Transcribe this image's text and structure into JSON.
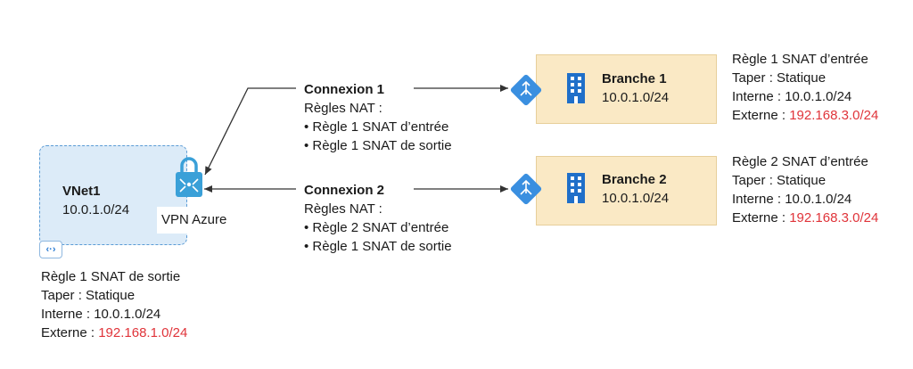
{
  "colors": {
    "vnet_fill": "#dcebf8",
    "vnet_border": "#5a9bd5",
    "branch_fill": "#fae9c5",
    "branch_border": "#e7cf9a",
    "external_ip": "#e0343a",
    "arrow": "#333333",
    "router_icon": "#3a8fe0",
    "building_icon": "#1f6fc9",
    "lock_icon": "#3aa0d8"
  },
  "vnet": {
    "name": "VNet1",
    "cidr": "10.0.1.0/24",
    "gateway_label": "VPN Azure",
    "rule": {
      "title": "Règle 1 SNAT de sortie",
      "type": "Taper : Statique",
      "internal": "Interne : 10.0.1.0/24",
      "external_prefix": "Externe : ",
      "external_ip": "192.168.1.0/24"
    }
  },
  "connections": [
    {
      "name": "Connexion 1",
      "rules_label": "Règles NAT :",
      "rules": [
        "• Règle 1 SNAT d’entrée",
        "• Règle 1 SNAT de sortie"
      ]
    },
    {
      "name": "Connexion 2",
      "rules_label": "Règles NAT :",
      "rules": [
        "• Règle 2 SNAT d’entrée",
        "• Règle 1 SNAT de sortie"
      ]
    }
  ],
  "branches": [
    {
      "name": "Branche 1",
      "cidr": "10.0.1.0/24",
      "rule": {
        "title": "Règle 1 SNAT d’entrée",
        "type": "Taper : Statique",
        "internal": "Interne : 10.0.1.0/24",
        "external_prefix": "Externe : ",
        "external_ip": "192.168.3.0/24"
      }
    },
    {
      "name": "Branche 2",
      "cidr": "10.0.1.0/24",
      "rule": {
        "title": "Règle 2 SNAT d’entrée",
        "type": "Taper : Statique",
        "internal": "Interne : 10.0.1.0/24",
        "external_prefix": "Externe : ",
        "external_ip": "192.168.3.0/24"
      }
    }
  ]
}
